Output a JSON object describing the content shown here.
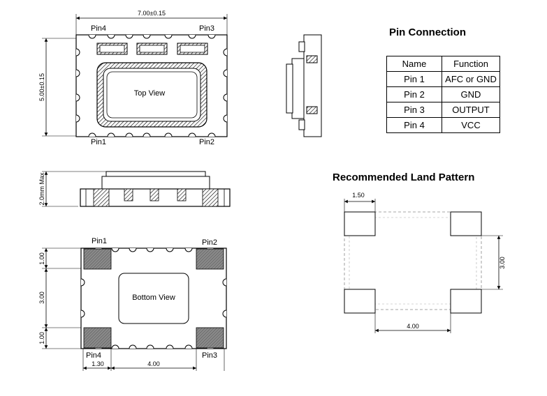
{
  "top_view": {
    "width_dim": "7.00±0.15",
    "height_dim": "5.00±0.15",
    "label": "Top View",
    "pin4": "Pin4",
    "pin3": "Pin3",
    "pin1": "Pin1",
    "pin2": "Pin2"
  },
  "side_view": {
    "height_dim": "2.0mm Max"
  },
  "bottom_view": {
    "label": "Bottom View",
    "pin1": "Pin1",
    "pin2": "Pin2",
    "pin4": "Pin4",
    "pin3": "Pin3",
    "dim_left_top": "1.00",
    "dim_left_mid": "3.00",
    "dim_left_bottom": "1.00",
    "dim_bottom_left": "1.30",
    "dim_bottom_mid": "4.00"
  },
  "pin_connection": {
    "title": "Pin Connection",
    "headers": [
      "Name",
      "Function"
    ],
    "rows": [
      [
        "Pin 1",
        "AFC or GND"
      ],
      [
        "Pin 2",
        "GND"
      ],
      [
        "Pin 3",
        "OUTPUT"
      ],
      [
        "Pin 4",
        "VCC"
      ]
    ]
  },
  "land_pattern": {
    "title": "Recommended Land Pattern",
    "dim_pad_width": "1.50",
    "dim_vertical": "3.00",
    "dim_horizontal": "4.00"
  }
}
